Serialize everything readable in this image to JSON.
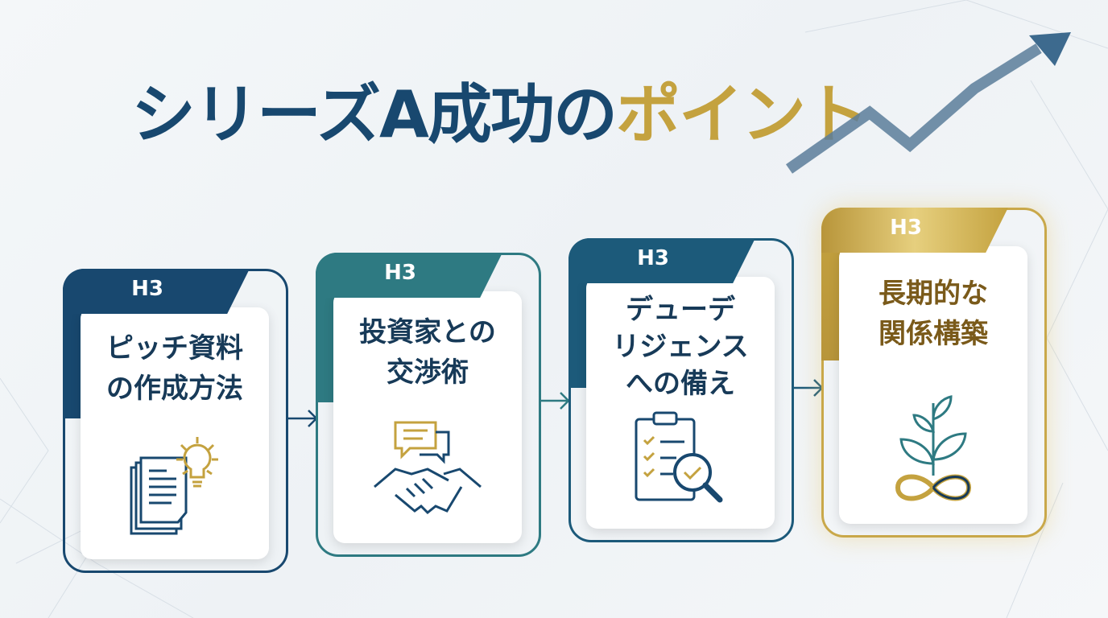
{
  "title": {
    "part1": "シリーズA成功の",
    "part2": "ポイント"
  },
  "colors": {
    "navy": "#18486f",
    "teal": "#2e7a82",
    "blue": "#1c5a7a",
    "gold": "#c4a23f"
  },
  "cards": [
    {
      "tag": "H3",
      "lines": [
        "ピッチ資料",
        "の作成方法"
      ],
      "icon": "document-lightbulb-icon"
    },
    {
      "tag": "H3",
      "lines": [
        "投資家との",
        "交渉術"
      ],
      "icon": "handshake-chat-icon"
    },
    {
      "tag": "H3",
      "lines": [
        "デューデ",
        "リジェンス",
        "への備え"
      ],
      "icon": "clipboard-magnifier-icon"
    },
    {
      "tag": "H3",
      "lines": [
        "長期的な",
        "関係構築"
      ],
      "icon": "plant-infinity-icon"
    }
  ]
}
